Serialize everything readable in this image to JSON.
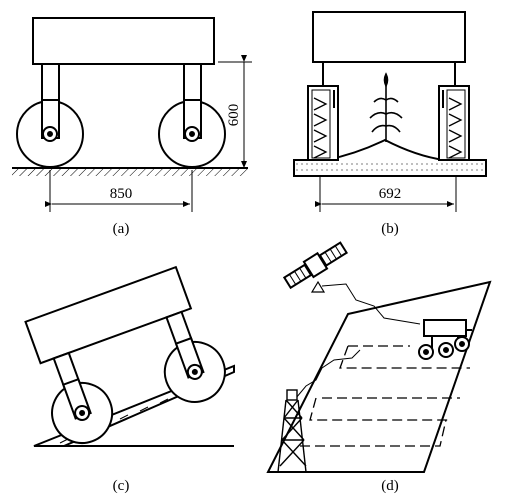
{
  "panels": {
    "a": {
      "caption": "(a)",
      "width_label": "850",
      "height_label": "600"
    },
    "b": {
      "caption": "(b)",
      "width_label": "692"
    },
    "c": {
      "caption": "(c)"
    },
    "d": {
      "caption": "(d)"
    }
  }
}
